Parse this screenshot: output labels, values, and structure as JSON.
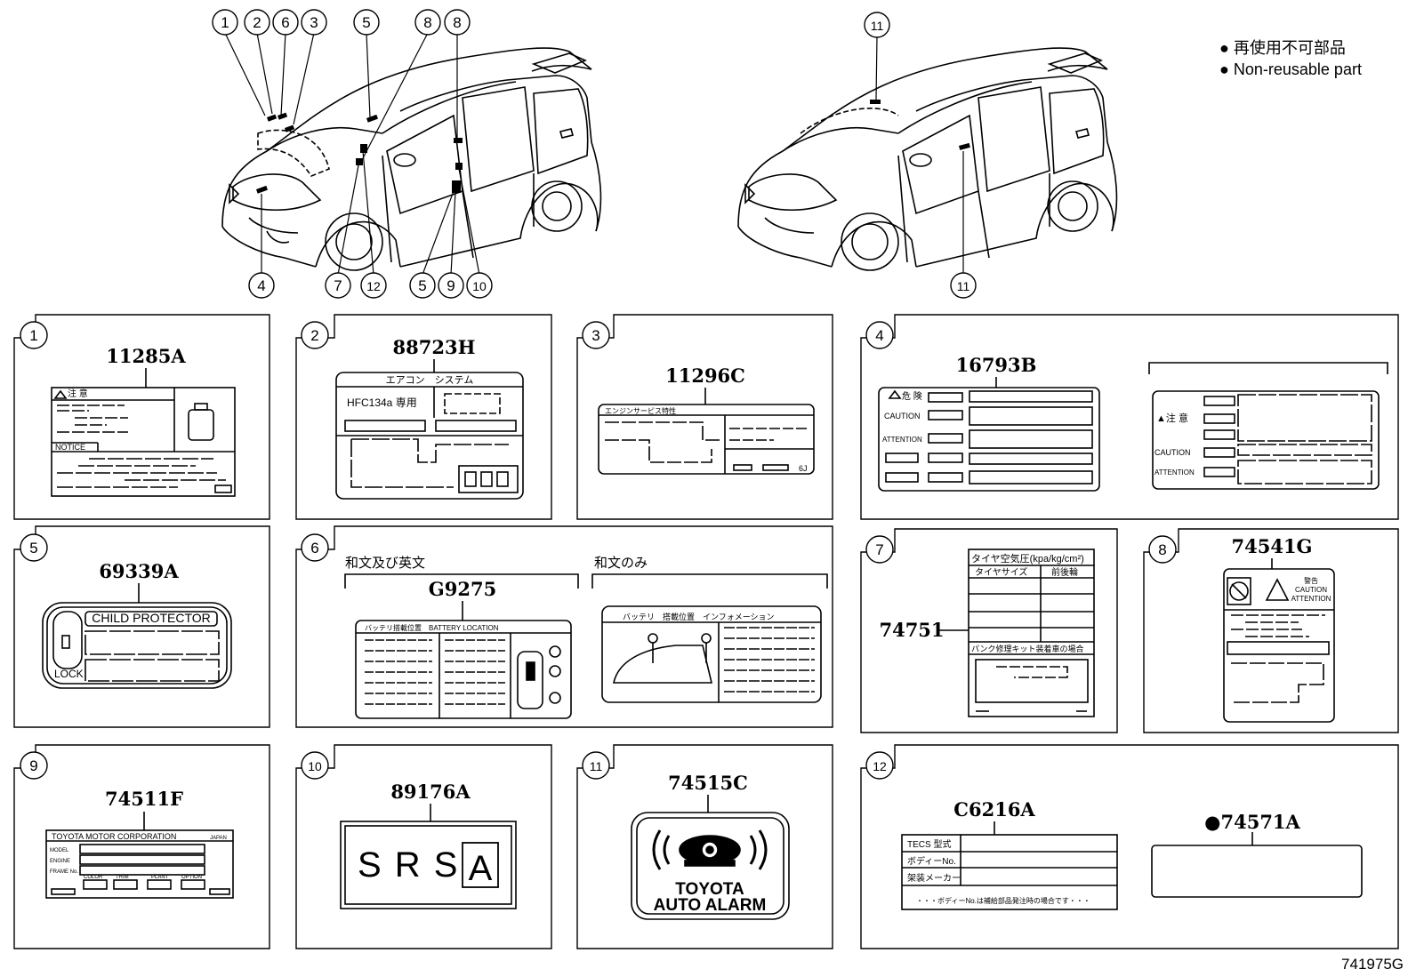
{
  "legend": {
    "jp": "● 再使用不可部品",
    "en": "● Non-reusable part"
  },
  "figure_code": "741975G",
  "callouts_car1": [
    "1",
    "2",
    "6",
    "3",
    "5",
    "8",
    "8",
    "4",
    "7",
    "12",
    "5",
    "9",
    "10"
  ],
  "callouts_car2": [
    "11",
    "11"
  ],
  "panels": [
    {
      "num": "1",
      "part": "11285A",
      "texts": {
        "caution": "注 意",
        "notice": "NOTICE"
      }
    },
    {
      "num": "2",
      "part": "88723H",
      "texts": {
        "title": "エアコン　システム",
        "hfc": "HFC134a 専用"
      }
    },
    {
      "num": "3",
      "part": "11296C",
      "texts": {
        "head": "エンジンサービス特性",
        "code": "6J"
      }
    },
    {
      "num": "4",
      "part": "16793B",
      "texts": {
        "danger": "危 険",
        "caution": "CAUTION",
        "attention": "ATTENTION",
        "notice2": "▲注 意",
        "caution2": "CAUTION",
        "attention2": "ATTENTION"
      }
    },
    {
      "num": "5",
      "part": "69339A",
      "texts": {
        "title": "CHILD PROTECTOR",
        "lock": "LOCK"
      }
    },
    {
      "num": "6",
      "part": "G9275",
      "texts": {
        "left_head": "和文及び英文",
        "right_head": "和文のみ",
        "battery": "バッテリ搭載位置　BATTERY LOCATION",
        "battery_info": "バッテリ　搭載位置　インフォメーション"
      }
    },
    {
      "num": "7",
      "part": "74751",
      "texts": {
        "title": "タイヤ空気圧(kpa/kg/cm²)",
        "size": "タイヤサイズ",
        "fr": "前後輪",
        "kit": "パンク修理キット装着車の場合"
      }
    },
    {
      "num": "8",
      "part": "74541G",
      "texts": {
        "warn": "警告",
        "caution": "CAUTION",
        "attention": "ATTENTION"
      }
    },
    {
      "num": "9",
      "part": "74511F",
      "texts": {
        "maker": "TOYOTA MOTOR CORPORATION",
        "japan": "JAPAN",
        "model": "MODEL",
        "engine": "ENGINE",
        "frame": "FRAME No.",
        "color": "COLOR",
        "trim": "TRIM",
        "plant": "PLANT",
        "option": "OPTION"
      }
    },
    {
      "num": "10",
      "part": "89176A",
      "texts": {
        "srs": "S R S",
        "a": "A"
      }
    },
    {
      "num": "11",
      "part": "74515C",
      "texts": {
        "l1": "TOYOTA",
        "l2": "AUTO ALARM"
      }
    },
    {
      "num": "12",
      "part": "C6216A",
      "part2": "●74571A",
      "texts": {
        "tecs": "TECS 型式",
        "body": "ボディーNo.",
        "maker": "架装メーカー",
        "foot": "・・・ボディーNo.は補給部品発注時の場合です・・・"
      }
    }
  ]
}
